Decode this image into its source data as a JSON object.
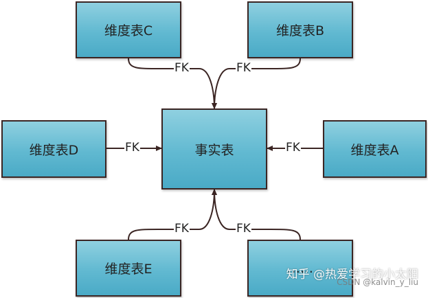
{
  "tables": {
    "fact": "事实表",
    "dim_a": "维度表A",
    "dim_b": "维度表B",
    "dim_c": "维度表C",
    "dim_d": "维度表D",
    "dim_e": "维度表E",
    "dim_more": "……"
  },
  "edge_label": "FK",
  "watermark": {
    "zhihu": "知乎 @热爱学习的小太阳",
    "csdn": "CSDN @kalvin_y_liu"
  },
  "colors": {
    "box_fill": "#5fb8d0",
    "border": "#3b2523",
    "arrow": "#3b2523"
  }
}
